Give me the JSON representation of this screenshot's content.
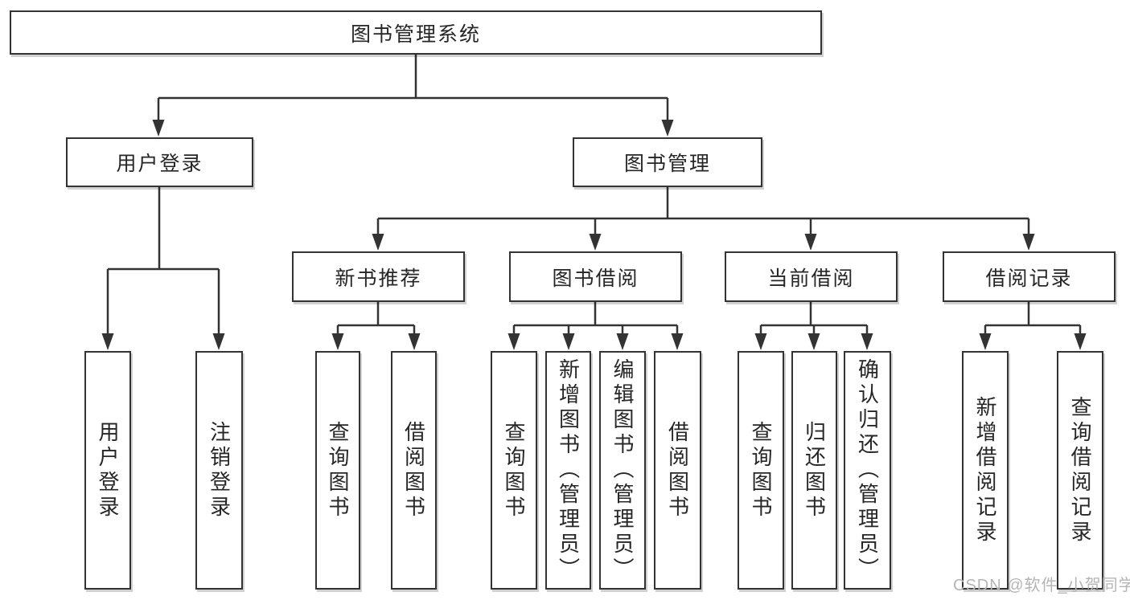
{
  "tree": {
    "root": {
      "label": "图书管理系统"
    },
    "login": {
      "label": "用户登录",
      "children": [
        {
          "label": "用户登录"
        },
        {
          "label": "注销登录"
        }
      ]
    },
    "mgmt": {
      "label": "图书管理",
      "groups": [
        {
          "label": "新书推荐",
          "children": [
            {
              "label": "查询图书"
            },
            {
              "label": "借阅图书"
            }
          ]
        },
        {
          "label": "图书借阅",
          "children": [
            {
              "label": "查询图书"
            },
            {
              "label": "新增图书（管理员）"
            },
            {
              "label": "编辑图书（管理员）"
            },
            {
              "label": "借阅图书"
            }
          ]
        },
        {
          "label": "当前借阅",
          "children": [
            {
              "label": "查询图书"
            },
            {
              "label": "归还图书"
            },
            {
              "label": "确认归还（管理员）"
            }
          ]
        },
        {
          "label": "借阅记录",
          "children": [
            {
              "label": "新增借阅记录"
            },
            {
              "label": "查询借阅记录"
            }
          ]
        }
      ]
    }
  },
  "watermark": {
    "text": "CSDN @软件_小贺同学"
  },
  "colors": {
    "line": "#333333",
    "box_border": "#333333",
    "text": "#262626",
    "background": "#ffffff",
    "watermark": "#b5b5b5"
  }
}
